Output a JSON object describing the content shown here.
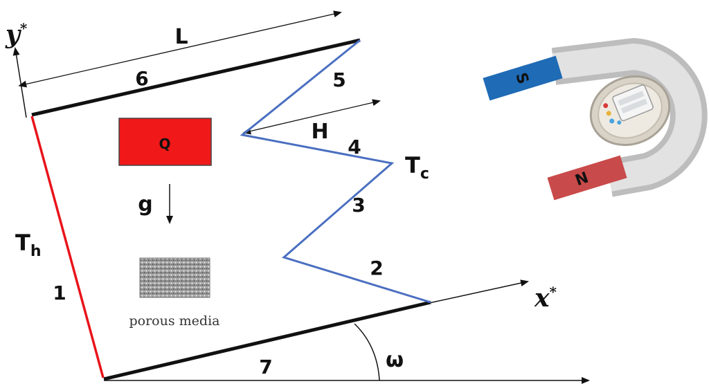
{
  "labels": {
    "length": "L",
    "amplitude": "H",
    "heat_source": "Q",
    "gravity": "g",
    "hot_wall_T": "T",
    "hot_wall_sub": "h",
    "cold_wall_T": "T",
    "cold_wall_sub": "c",
    "porous": "porous media",
    "angle": "ω",
    "x_axis": "x",
    "y_axis": "y",
    "axis_star": "*",
    "magnet_s": "S",
    "magnet_n": "N"
  },
  "wall_numbers": [
    "1",
    "2",
    "3",
    "4",
    "5",
    "6",
    "7"
  ],
  "colors": {
    "hot_wall": "#e8141a",
    "cold_wall": "#4a6fc0",
    "adiabatic_wall": "#111111",
    "heat_source": "#f01818",
    "magnet_s": "#1f6bb5",
    "magnet_n": "#c94a4a",
    "magnet_body": "#d5d5d5"
  }
}
